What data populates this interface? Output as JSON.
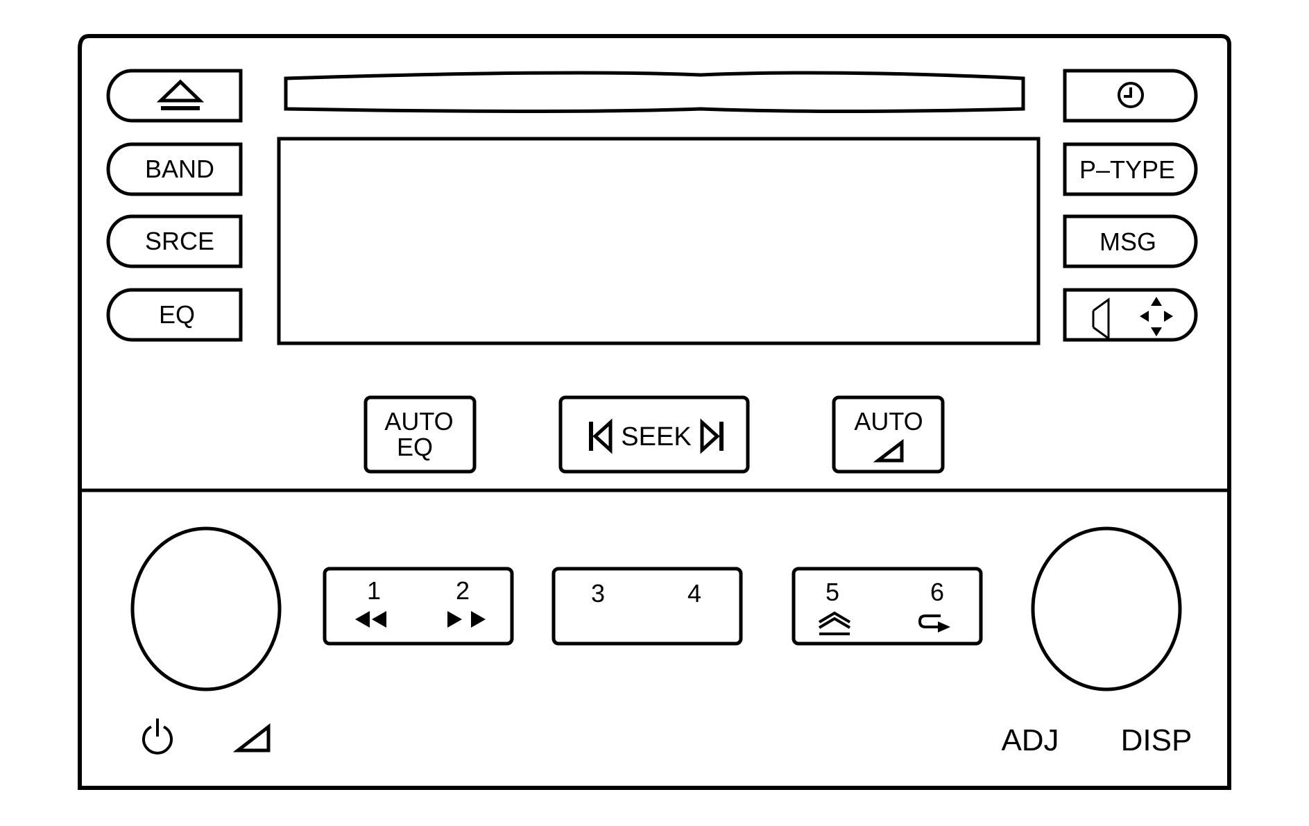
{
  "left_buttons": {
    "eject_icon": "eject-icon",
    "band": "BAND",
    "srce": "SRCE",
    "eq": "EQ"
  },
  "right_buttons": {
    "clock_icon": "clock-icon",
    "p_type": "P–TYPE",
    "msg": "MSG",
    "tone_icons": [
      "speaker-icon",
      "four-way-arrows-icon"
    ]
  },
  "center_buttons": {
    "auto_eq": [
      "AUTO",
      "EQ"
    ],
    "seek": "SEEK",
    "auto_volume": "AUTO"
  },
  "presets": [
    {
      "number": "1",
      "icon": "rewind-icon"
    },
    {
      "number": "2",
      "icon": "fast-forward-icon"
    },
    {
      "number": "3",
      "icon": ""
    },
    {
      "number": "4",
      "icon": ""
    },
    {
      "number": "5",
      "icon": "random-icon"
    },
    {
      "number": "6",
      "icon": "repeat-icon"
    }
  ],
  "knob_labels": {
    "power_icon": "power-icon",
    "volume_icon": "volume-wedge-icon",
    "adj": "ADJ",
    "disp": "DISP"
  }
}
